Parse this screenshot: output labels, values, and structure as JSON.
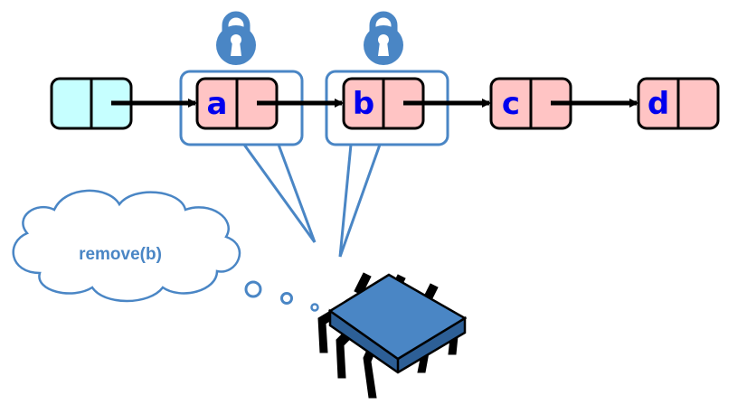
{
  "nodes": [
    {
      "label": ""
    },
    {
      "label": "a"
    },
    {
      "label": "b"
    },
    {
      "label": "c"
    },
    {
      "label": "d"
    }
  ],
  "thought": {
    "text": "remove(b)"
  },
  "icons": {
    "lock": "padlock-icon",
    "thread": "cpu-chip-icon",
    "cloud": "thought-cloud-icon"
  },
  "colors": {
    "head_node_fill": "#c6ffff",
    "node_fill": "#ffc4c4",
    "node_text": "#0000ee",
    "highlight": "#4a86c5",
    "lock": "#4a86c5",
    "arrow": "#000000",
    "chip_top": "#4a86c5",
    "chip_side": "#2d5f96"
  }
}
